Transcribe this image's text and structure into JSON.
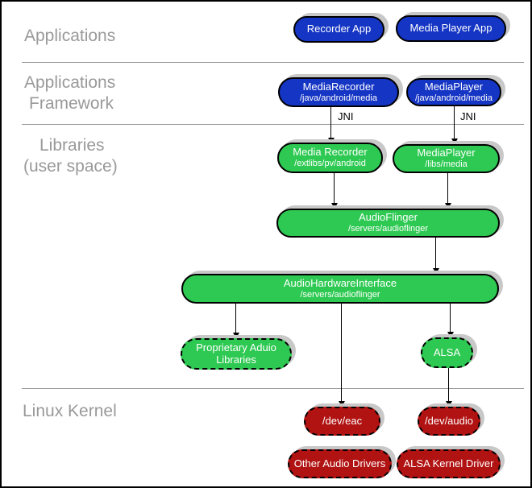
{
  "sections": {
    "applications": "Applications",
    "framework_line1": "Applications",
    "framework_line2": "Framework",
    "libraries_line1": "Libraries",
    "libraries_line2": "(user space)",
    "kernel": "Linux Kernel"
  },
  "nodes": {
    "recorder_app": {
      "label": "Recorder App"
    },
    "media_player_app": {
      "label": "Media Player App"
    },
    "media_recorder_fw": {
      "label": "MediaRecorder",
      "sublabel": "/java/android/media"
    },
    "media_player_fw": {
      "label": "MediaPlayer",
      "sublabel": "/java/android/media"
    },
    "media_recorder_lib": {
      "label": "Media Recorder",
      "sublabel": "/extlibs/pv/android"
    },
    "media_player_lib": {
      "label": "MediaPlayer",
      "sublabel": "/libs/media"
    },
    "audioflinger": {
      "label": "AudioFlinger",
      "sublabel": "/servers/audioflinger"
    },
    "audio_hw_interface": {
      "label": "AudioHardwareInterface",
      "sublabel": "/servers/audioflinger"
    },
    "proprietary_libs": {
      "label": "Proprietary Aduio",
      "sublabel": "Libraries"
    },
    "alsa": {
      "label": "ALSA"
    },
    "dev_eac": {
      "label": "/dev/eac"
    },
    "dev_audio": {
      "label": "/dev/audio"
    },
    "other_audio_drivers": {
      "label": "Other Audio Drivers"
    },
    "alsa_kernel_driver": {
      "label": "ALSA Kernel Driver"
    }
  },
  "edge_labels": {
    "jni_left": "JNI",
    "jni_right": "JNI"
  },
  "colors": {
    "app_blue": "#1535c4",
    "lib_green": "#2ec952",
    "kernel_red": "#b11212",
    "section_label_gray": "#999999",
    "shadow_gray": "#c8c8c8",
    "node_text": "#ffffff",
    "line_black": "#000000"
  }
}
